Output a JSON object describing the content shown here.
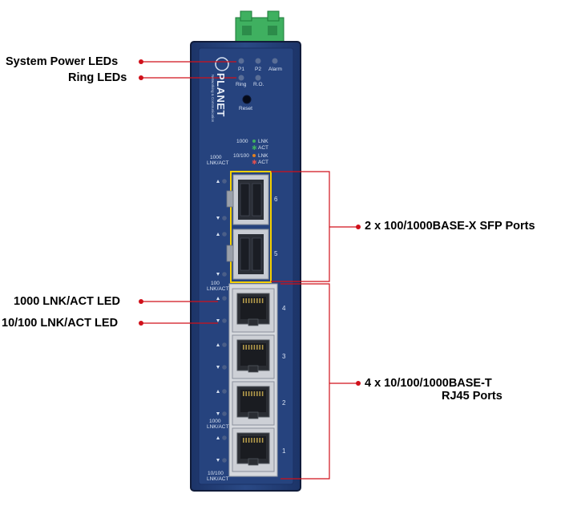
{
  "callouts": {
    "system_power_leds": "System Power LEDs",
    "ring_leds": "Ring LEDs",
    "lnk_1000": "1000 LNK/ACT LED",
    "lnk_10_100": "10/100 LNK/ACT LED",
    "sfp_ports": "2 x 100/1000BASE-X SFP Ports",
    "rj45_line1": "4 x 10/100/1000BASE-T",
    "rj45_line2": "RJ45 Ports"
  },
  "panel": {
    "logo": "PLANET",
    "logo_tagline": "Networking & Communication",
    "led_p1": "P1",
    "led_p2": "P2",
    "led_alarm": "Alarm",
    "led_ring": "Ring",
    "led_ro": "R.O.",
    "reset": "Reset",
    "legend_1000": "1000",
    "legend_10_100": "10/100",
    "legend_lnk": "LNK",
    "legend_act": "ACT",
    "sfp_group_label_1": "1000",
    "sfp_group_label_2": "LNK/ACT",
    "rj_top_label_1": "100",
    "rj_top_label_2": "LNK/ACT",
    "rj_mid_label_1": "1000",
    "rj_mid_label_2": "LNK/ACT",
    "rj_bot_label_1": "10/100",
    "rj_bot_label_2": "LNK/ACT",
    "sfp_ports": [
      "6",
      "5"
    ],
    "rj45_ports": [
      "4",
      "3",
      "2",
      "1"
    ]
  },
  "colors": {
    "panel_blue": "#25427c",
    "panel_edge": "#16295a",
    "callout_red": "#d0101a",
    "sfp_outline": "#f5d000",
    "terminal_green": "#3fb060"
  }
}
